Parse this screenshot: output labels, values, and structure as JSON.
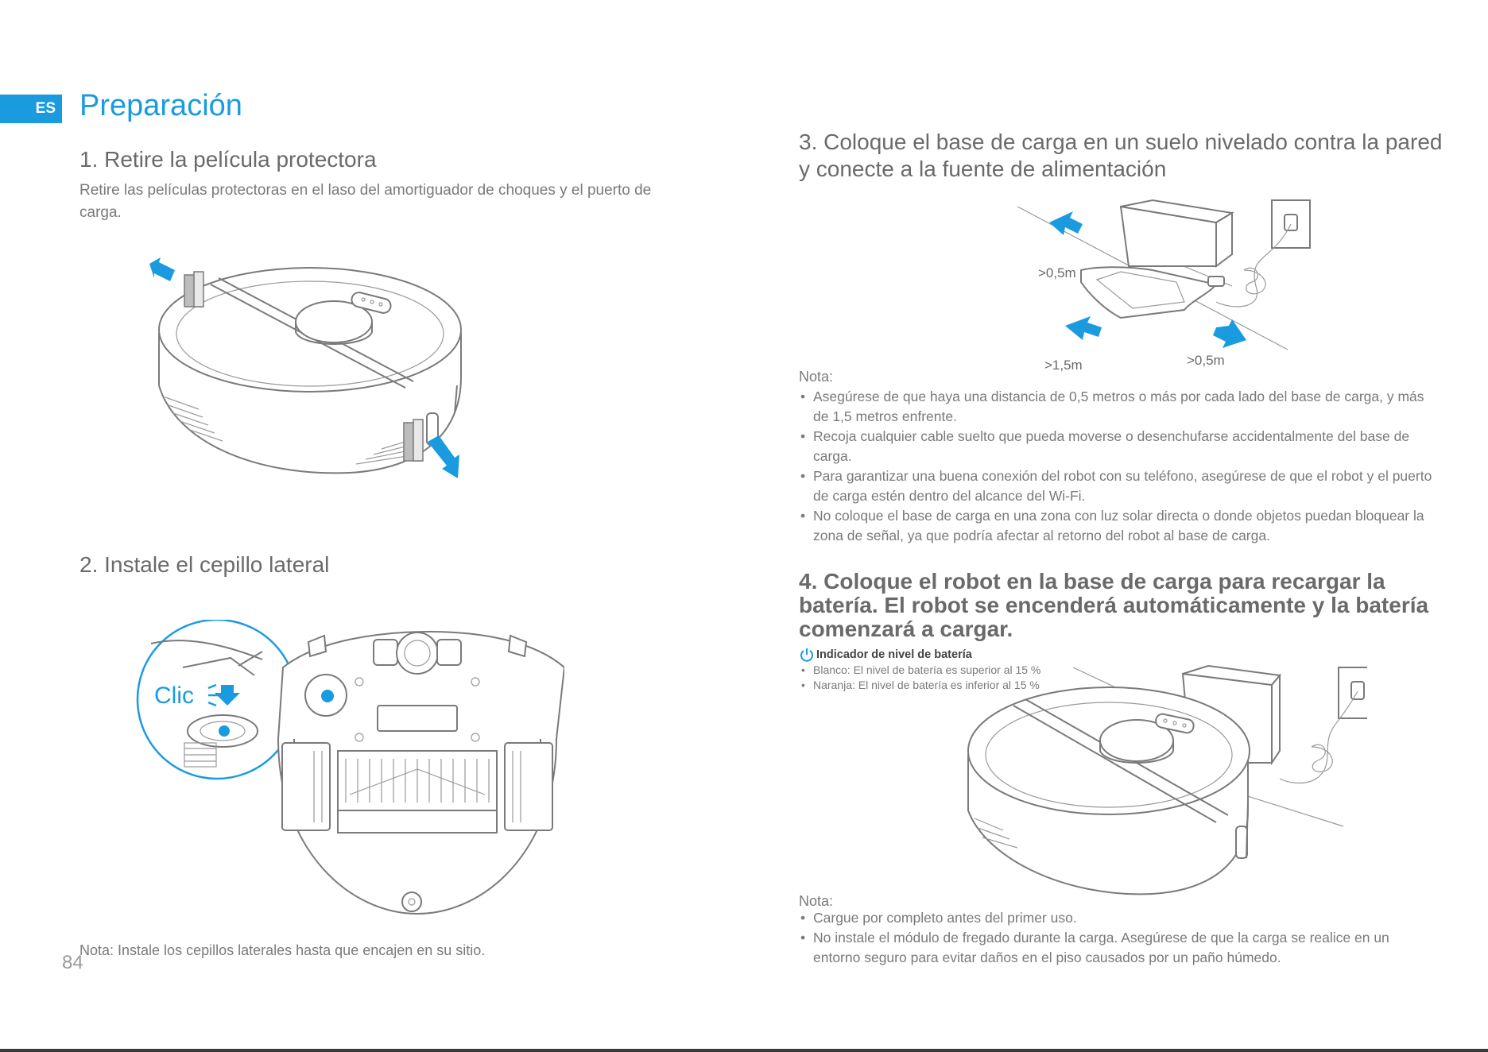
{
  "lang_badge": "ES",
  "title": "Preparación",
  "step1": {
    "heading": "1. Retire la película protectora",
    "text": "Retire las películas protectoras en el laso del amortiguador de choques y el puerto de carga."
  },
  "step2": {
    "heading": "2. Instale el cepillo lateral",
    "clic_label": "Clic",
    "note": "Nota: Instale los cepillos laterales hasta que encajen en su sitio."
  },
  "page_number": "84",
  "step3": {
    "heading": "3. Coloque el base de carga en un suelo nivelado contra la pared y conecte a la fuente de alimentación",
    "dist_side_left": ">0,5m",
    "dist_front": ">1,5m",
    "dist_side_right": ">0,5m",
    "note_label": "Nota:",
    "notes": [
      "Asegúrese de que haya una distancia de 0,5 metros o más por cada lado del base de carga, y más de 1,5 metros enfrente.",
      "Recoja cualquier cable suelto que pueda moverse o desenchufarse accidentalmente del base de carga.",
      "Para garantizar una buena conexión del robot con su teléfono, asegúrese de que el robot y el puerto de carga estén dentro del alcance del Wi-Fi.",
      "No coloque el base de carga en una zona con luz solar directa o donde objetos puedan bloquear la zona de señal, ya que podría afectar al retorno del robot al base de carga."
    ]
  },
  "step4": {
    "heading": "4. Coloque el robot en la base de carga para recargar la batería. El robot se encenderá automáticamente y la batería comenzará a cargar.",
    "indicator_title": "Indicador de nivel de batería",
    "indicator_items": [
      "Blanco:  El nivel de batería es superior al 15 %",
      "Naranja: El nivel de batería es inferior al 15 %"
    ],
    "note_label": "Nota:",
    "notes": [
      "Cargue por completo antes del primer uso.",
      "No instale el módulo de fregado durante la carga.  Asegúrese de que la carga se realice en un entorno seguro para evitar daños en el piso causados por un paño húmedo."
    ]
  },
  "colors": {
    "accent": "#1a9be0",
    "text": "#6b6b6b"
  }
}
